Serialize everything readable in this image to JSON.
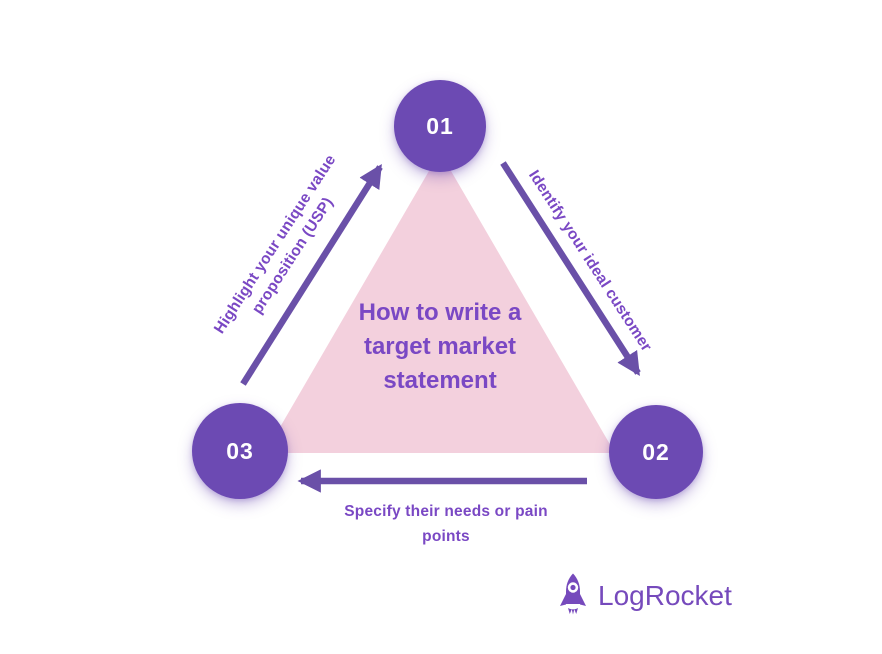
{
  "diagram": {
    "title": "How to write a target market statement",
    "title_lines": [
      "How to write a",
      "target market",
      "statement"
    ],
    "nodes": [
      {
        "id": "step-1",
        "number": "01"
      },
      {
        "id": "step-2",
        "number": "02"
      },
      {
        "id": "step-3",
        "number": "03"
      }
    ],
    "edges": [
      {
        "from": "01",
        "to": "02",
        "label": "Identify your ideal customer",
        "label_lines": [
          "Identify your ideal customer"
        ]
      },
      {
        "from": "02",
        "to": "03",
        "label": "Specify their needs or pain points",
        "label_lines": [
          "Specify their needs or pain",
          "points"
        ]
      },
      {
        "from": "03",
        "to": "01",
        "label": "Highlight your unique value proposition (USP)",
        "label_lines": [
          "Highlight your unique value",
          "proposition (USP)"
        ]
      }
    ]
  },
  "footer": {
    "logo_text": "LogRocket"
  },
  "colors": {
    "background": "#ffffff",
    "triangle": "#F3D0DD",
    "node": "#6C4AB3",
    "node_text": "#ffffff",
    "arrow": "#6A50A8",
    "label": "#7A48C4",
    "logo": "#764ABC"
  }
}
